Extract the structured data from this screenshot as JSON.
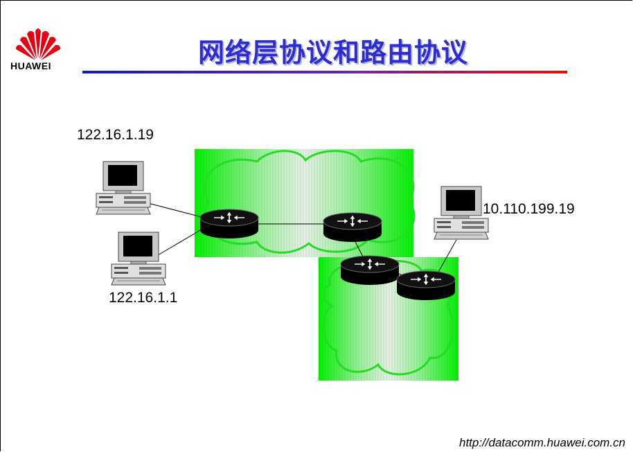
{
  "slide": {
    "title": "网络层协议和路由协议",
    "logo_text": "HUAWEI",
    "footer_url": "http://datacomm.huawei.com.cn"
  },
  "hosts": [
    {
      "name": "host-top-left",
      "ip": "122.16.1.19"
    },
    {
      "name": "host-bottom-left",
      "ip": "122.16.1.1"
    },
    {
      "name": "host-right",
      "ip": "10.110.199.19"
    }
  ],
  "colors": {
    "title": "#2d2bd6",
    "cloud_green": "#00ee00",
    "cloud_outline": "#22dd22",
    "rule_start": "#1a1aa8",
    "rule_end": "#e01010",
    "logo_red": "#e60012"
  },
  "icons": [
    "huawei-logo-icon",
    "computer-icon",
    "router-icon",
    "network-cloud-icon"
  ]
}
